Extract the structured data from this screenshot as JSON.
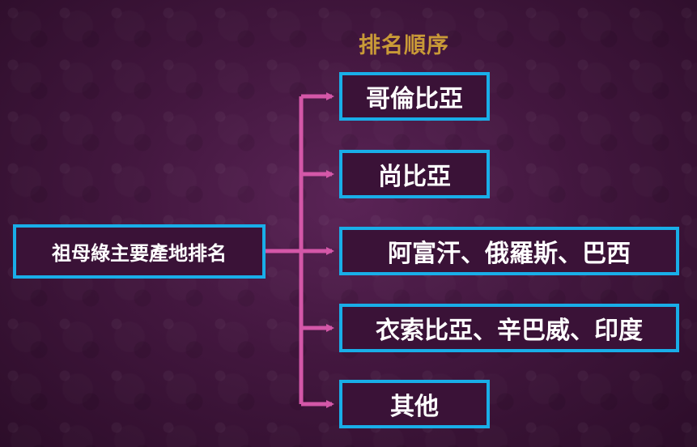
{
  "diagram": {
    "heading": "排名順序",
    "source": "祖母綠主要產地排名",
    "ranks": [
      "哥倫比亞",
      "尚比亞",
      "阿富汗、俄羅斯、巴西",
      "衣索比亞、辛巴威、印度",
      "其他"
    ]
  },
  "colors": {
    "heading": "#c99a37",
    "box_border": "#19aee8",
    "connector": "#d457a8",
    "text": "#ffffff"
  }
}
